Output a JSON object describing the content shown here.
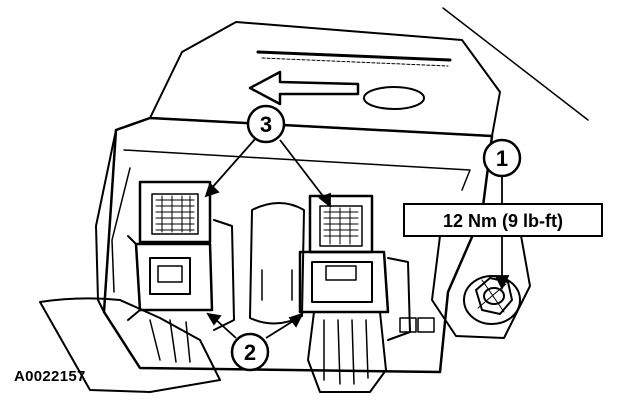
{
  "figure": {
    "id": "A0022157",
    "callouts": [
      {
        "number": "1"
      },
      {
        "number": "2"
      },
      {
        "number": "3"
      }
    ],
    "torque_label": "12 Nm (9 lb-ft)"
  },
  "colors": {
    "ink": "#000000",
    "paper": "#ffffff"
  }
}
